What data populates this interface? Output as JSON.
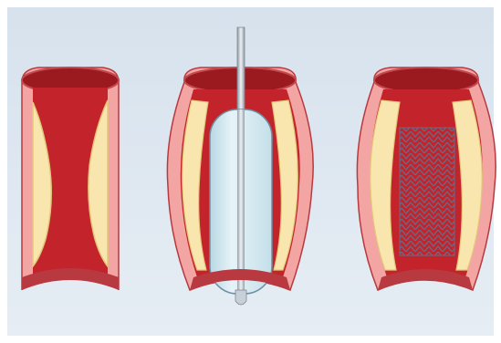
{
  "panels": [
    {
      "id": "narrowed-artery",
      "state": "plaque-narrowed"
    },
    {
      "id": "balloon-inflation",
      "state": "balloon-catheter-inflated"
    },
    {
      "id": "stent-placement",
      "state": "stent-expanded"
    }
  ],
  "colors": {
    "background": "#dde6ef",
    "artery_wall": "#f2a5a3",
    "artery_wall_outline": "#b8393f",
    "lumen_blood": "#c3242c",
    "lumen_dark": "#9a1a20",
    "plaque": "#f8e6ae",
    "plaque_outline": "#e3c77a",
    "balloon": "#cfe6ef",
    "catheter_wire": "#aeb7c0",
    "stent_mesh": "#5f6f8c"
  }
}
